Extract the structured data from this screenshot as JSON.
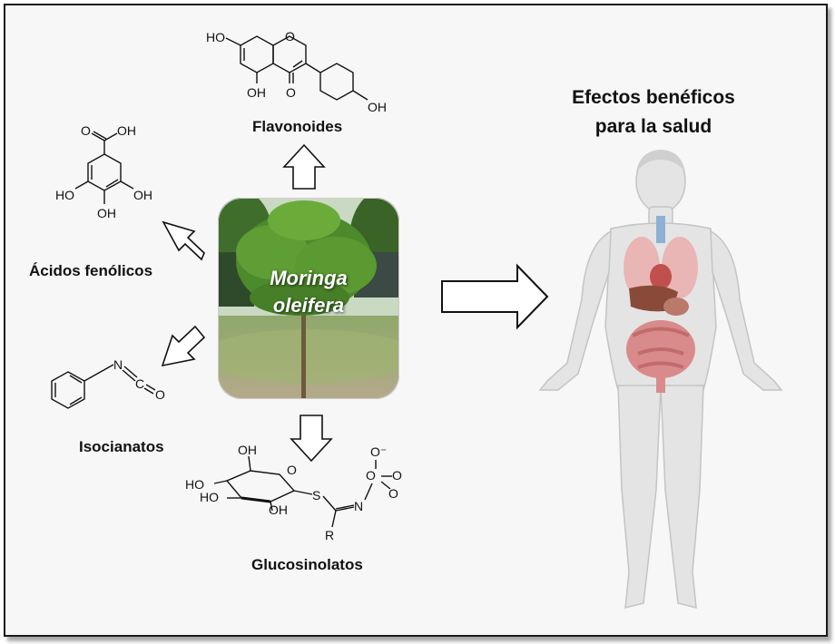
{
  "title_line1": "Efectos benéficos",
  "title_line2": "para la salud",
  "plant_name_line1": "Moringa",
  "plant_name_line2": "oleifera",
  "compounds": {
    "flavonoides": "Flavonoides",
    "acidos": "Ácidos fenólicos",
    "isocianatos": "Isocianatos",
    "glucosinolatos": "Glucosinolatos"
  },
  "atoms": {
    "ho": "HO",
    "oh": "OH",
    "o": "O",
    "n": "N",
    "c": "C",
    "s": "S",
    "r": "R",
    "o_minus": "O⁻"
  },
  "colors": {
    "frame_border": "#1a1a1a",
    "background": "#f7f7f7",
    "foliage": "#4d8a2c",
    "sky": "#c9d9c2",
    "body_fill": "#e4e4e4",
    "organs": "#d98b8b"
  }
}
